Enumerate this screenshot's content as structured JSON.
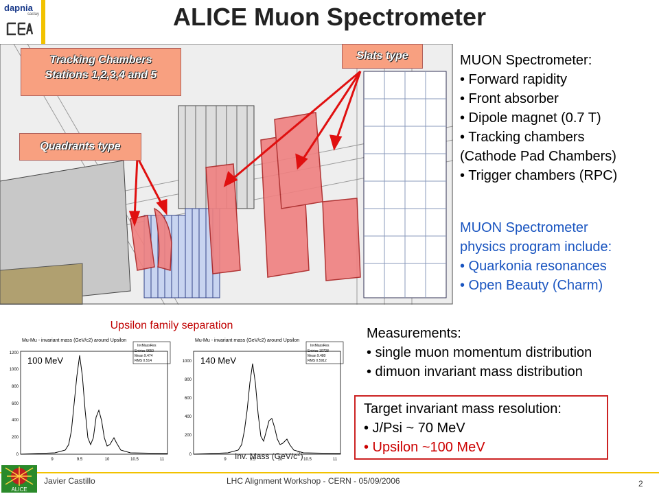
{
  "header": {
    "title": "ALICE Muon Spectrometer",
    "logo_text": "dapnia",
    "logo_sub": "saclay",
    "logo_cea": "cea"
  },
  "detector": {
    "labels": {
      "tracking": "Tracking Chambers\nStations 1,2,3,4 and 5",
      "tracking_line1": "Tracking Chambers",
      "tracking_line2": "Stations 1,2,3,4 and 5",
      "slats": "Slats type",
      "quadrants": "Quadrants  type"
    }
  },
  "spectrometer_panel": {
    "heading": "MUON Spectrometer:",
    "items": [
      "• Forward rapidity",
      "• Front absorber",
      "• Dipole magnet (0.7 T)",
      "• Tracking chambers",
      "(Cathode Pad Chambers)",
      "• Trigger chambers (RPC)"
    ]
  },
  "physics_panel": {
    "heading_line1": "MUON Spectrometer",
    "heading_line2": "physics program include:",
    "items": [
      "• Quarkonia resonances",
      "• Open Beauty (Charm)"
    ]
  },
  "measurements_panel": {
    "heading": "Measurements:",
    "items": [
      "• single muon momentum distribution",
      "• dimuon invariant mass distribution"
    ]
  },
  "target_panel": {
    "heading": "Target invariant mass resolution:",
    "items": [
      "• J/Psi ~ 70 MeV",
      "• Upsilon ~100 MeV"
    ]
  },
  "histograms": {
    "caption": "Upsilon family separation",
    "xlabel": "Inv. Mass (GeV/c",
    "xlabel_sup": "2",
    "xlabel_end": ")",
    "left": {
      "title_bar": "Mu-Mu - invariant mass (GeV/c2) around Upsilon",
      "label": "100 MeV",
      "stats_title": "InvMassRes",
      "stats": [
        "Entries  9650",
        "Mean  9.474",
        "RMS  0.514"
      ],
      "yticks": [
        "1200",
        "1000",
        "800",
        "600",
        "400",
        "200",
        "0"
      ],
      "xticks": [
        "9",
        "9.5",
        "10",
        "10.5",
        "11"
      ]
    },
    "right": {
      "title_bar": "Mu-Mu - invariant mass (GeV/c2) around Upsilon",
      "label": "140 MeV",
      "stats_title": "InvMassRes",
      "stats": [
        "Entries  10728",
        "Mean  9.480",
        "RMS  0.5912"
      ],
      "yticks": [
        "1000",
        "800",
        "600",
        "400",
        "200",
        "0"
      ],
      "xticks": [
        "9",
        "9.5",
        "10",
        "10.5",
        "11"
      ]
    }
  },
  "footer": {
    "author": "Javier Castillo",
    "event": "LHC Alignment Workshop - CERN - 05/09/2006",
    "page": "2",
    "alice_logo": "ALICE"
  },
  "colors": {
    "accent_yellow": "#f2c200",
    "blue_text": "#1a55c0",
    "red_text": "#cc0000",
    "label_fill": "#f8a080"
  }
}
